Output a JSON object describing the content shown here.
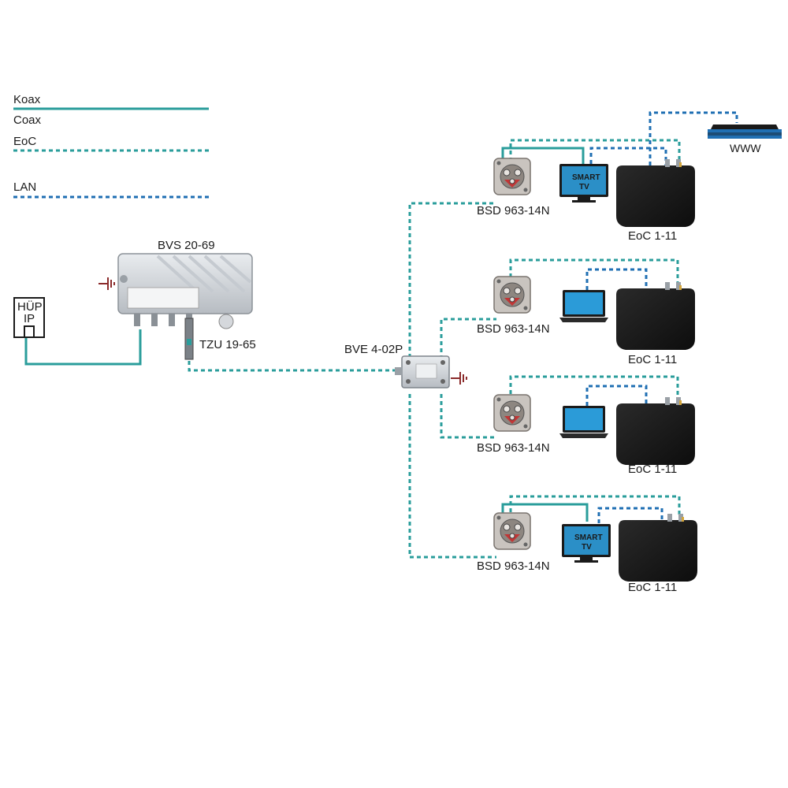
{
  "legend": {
    "koax": "Koax",
    "coax": "Coax",
    "eoc": "EoC",
    "lan": "LAN"
  },
  "labels": {
    "hup_line1": "HÜP",
    "hup_line2": "IP",
    "amplifier": "BVS 20-69",
    "filter": "TZU 19-65",
    "splitter": "BVE 4-02P",
    "socket": "BSD 963-14N",
    "eoc_device": "EoC 1-11",
    "router": "WWW",
    "smart_tv_1": "SMART",
    "smart_tv_2": "TV"
  },
  "colors": {
    "koax": "#2a9d9b",
    "eoc": "#2a9d9b",
    "lan": "#1f6fb3",
    "ground": "#8b2b2b",
    "device_dark": "#141414"
  }
}
